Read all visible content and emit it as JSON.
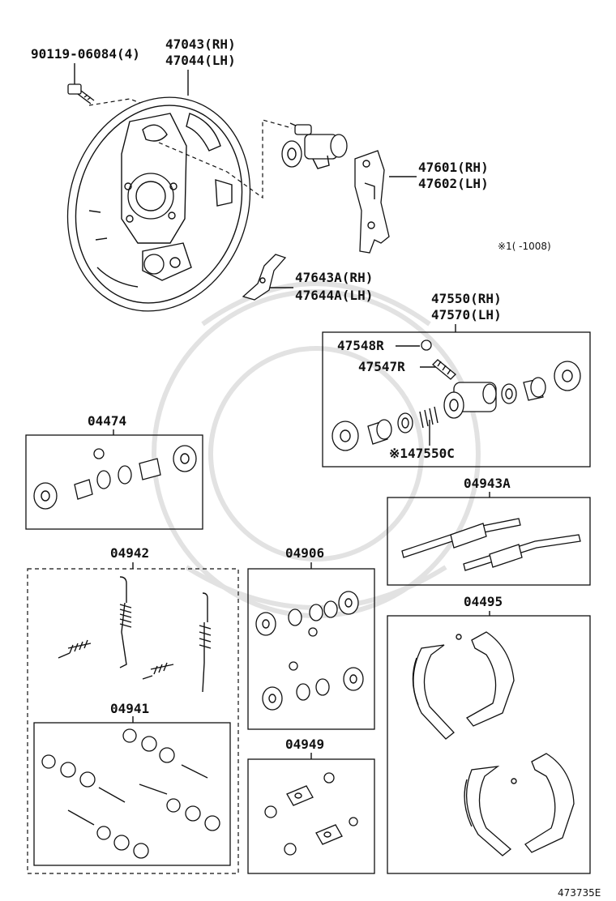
{
  "labels": {
    "bolt": "90119-06084(4)",
    "plate_rh": "47043(RH)",
    "plate_lh": "47044(LH)",
    "bracket_rh": "47601(RH)",
    "bracket_lh": "47602(LH)",
    "note": "※1(  -1008)",
    "lever_rh": "47643A(RH)",
    "lever_lh": "47644A(LH)",
    "cyl_rh": "47550(RH)",
    "cyl_lh": "47570(LH)",
    "cap": "47548R",
    "bleeder": "47547R",
    "cyl_kit": "※147550C",
    "kit_04474": "04474",
    "kit_04943A": "04943A",
    "kit_04942": "04942",
    "kit_04906": "04906",
    "kit_04495": "04495",
    "kit_04941": "04941",
    "kit_04949": "04949",
    "code": "473735E"
  }
}
